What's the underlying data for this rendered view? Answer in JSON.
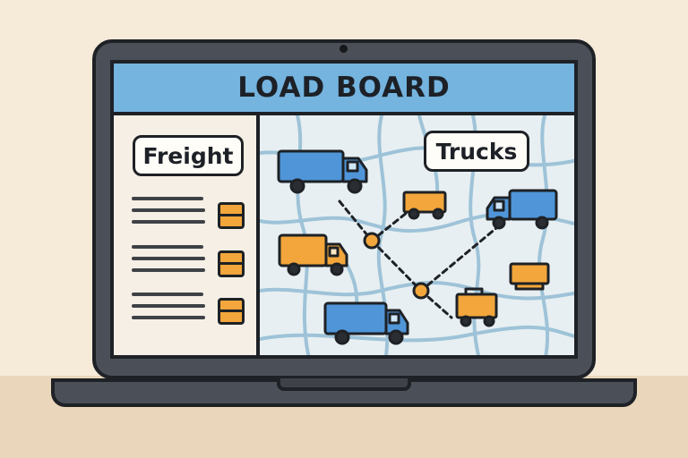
{
  "app": {
    "title": "LOAD BOARD"
  },
  "sidebar": {
    "heading": "Freight",
    "rows": 3
  },
  "map": {
    "heading": "Trucks"
  },
  "colors": {
    "accent_blue": "#74b4df",
    "truck_blue": "#4f95d8",
    "truck_orange": "#f2a63b",
    "outline": "#1e2125",
    "road": "#9ec3d8"
  },
  "icons": [
    "truck-icon",
    "box-truck-icon",
    "route-node-icon",
    "list-item-icon"
  ]
}
